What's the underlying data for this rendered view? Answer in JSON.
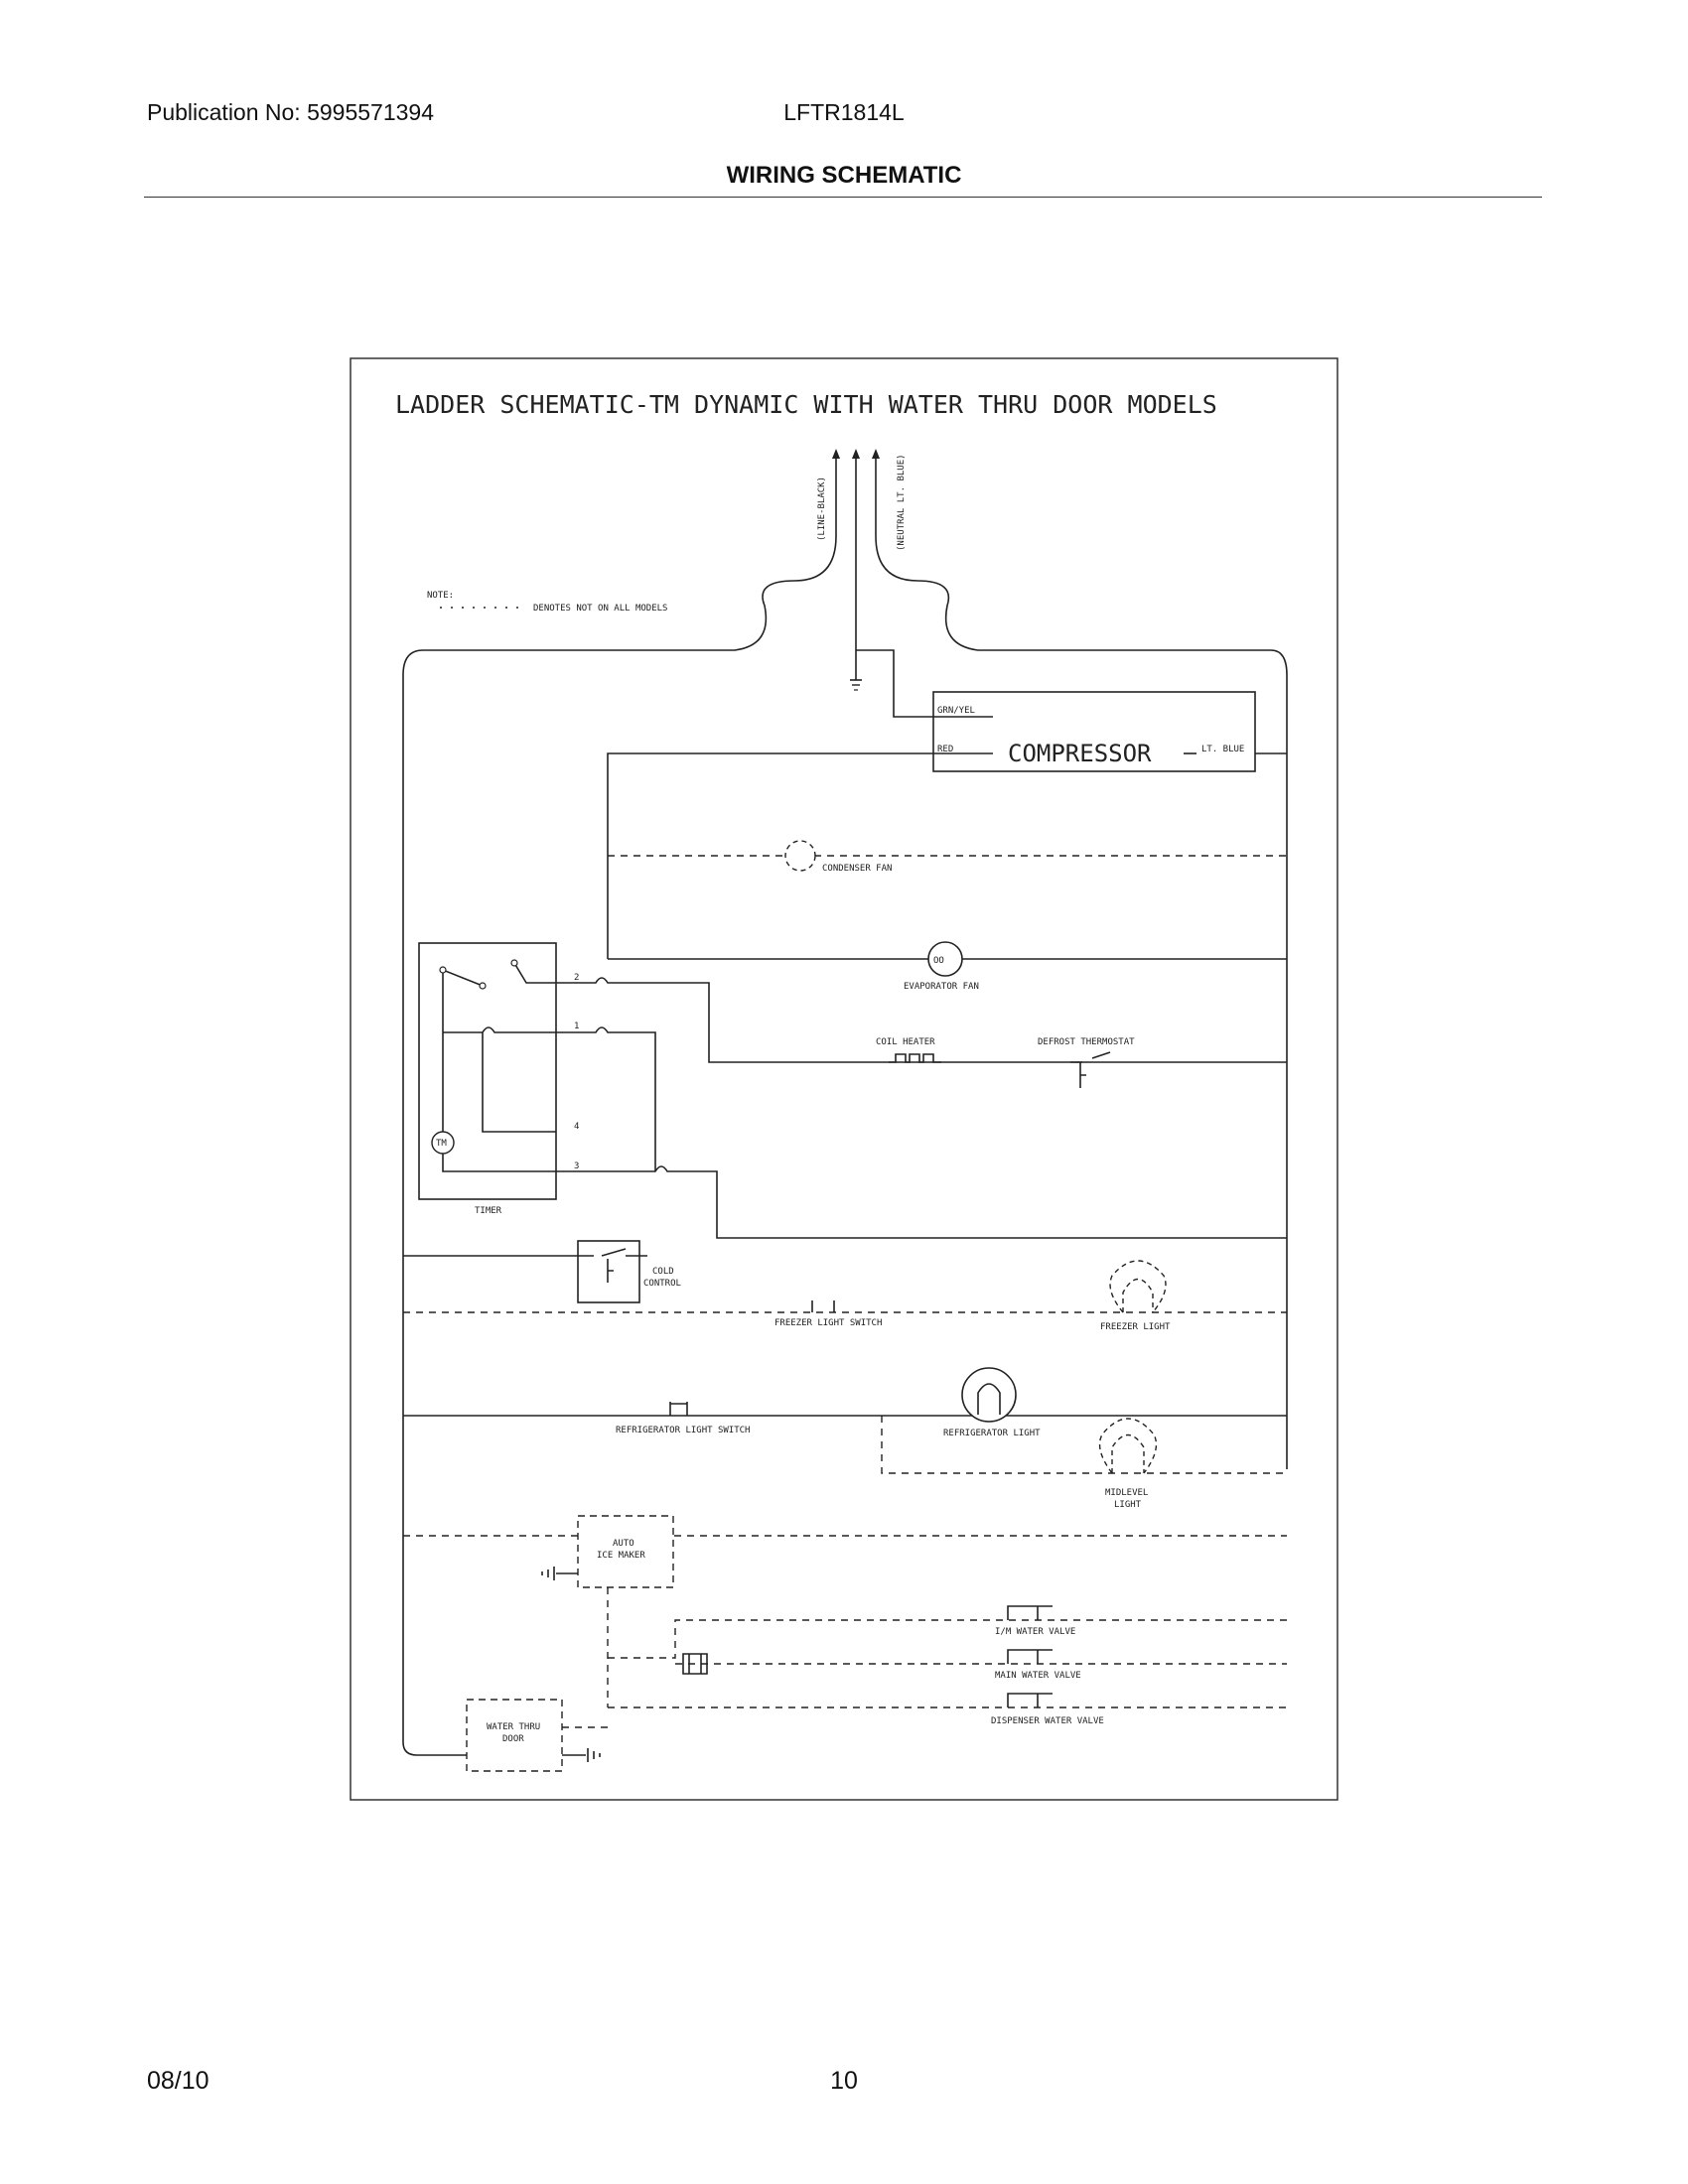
{
  "header": {
    "publication": "Publication No: 5995571394",
    "model": "LFTR1814L",
    "section_title": "WIRING SCHEMATIC"
  },
  "footer": {
    "date": "08/10",
    "page_number": "10"
  },
  "diagram": {
    "title": "LADDER SCHEMATIC-TM DYNAMIC WITH WATER THRU DOOR MODELS",
    "line_label": "(LINE-BLACK)",
    "neutral_label": "(NEUTRAL LT. BLUE)",
    "note_title": "NOTE:",
    "note_text": "DENOTES NOT ON ALL MODELS",
    "compressor": "COMPRESSOR",
    "grn_yel": "GRN/YEL",
    "red": "RED",
    "lt_blue": "LT. BLUE",
    "condenser_fan": "CONDENSER FAN",
    "evaporator_fan": "EVAPORATOR FAN",
    "coil_heater": "COIL HEATER",
    "defrost_thermostat": "DEFROST THERMOSTAT",
    "timer": "TIMER",
    "tm": "TM",
    "terminal_2": "2",
    "terminal_1": "1",
    "terminal_4": "4",
    "terminal_3": "3",
    "cold_control_1": "COLD",
    "cold_control_2": "CONTROL",
    "freezer_light_switch": "FREEZER LIGHT SWITCH",
    "freezer_light": "FREEZER LIGHT",
    "refrigerator_light_switch": "REFRIGERATOR LIGHT SWITCH",
    "refrigerator_light": "REFRIGERATOR LIGHT",
    "midlevel_light_1": "MIDLEVEL",
    "midlevel_light_2": "LIGHT",
    "auto_ice_maker_1": "AUTO",
    "auto_ice_maker_2": "ICE MAKER",
    "im_water_valve": "I/M WATER VALVE",
    "main_water_valve": "MAIN WATER VALVE",
    "dispenser_water_valve": "DISPENSER WATER VALVE",
    "water_thru_door_1": "WATER THRU",
    "water_thru_door_2": "DOOR"
  }
}
